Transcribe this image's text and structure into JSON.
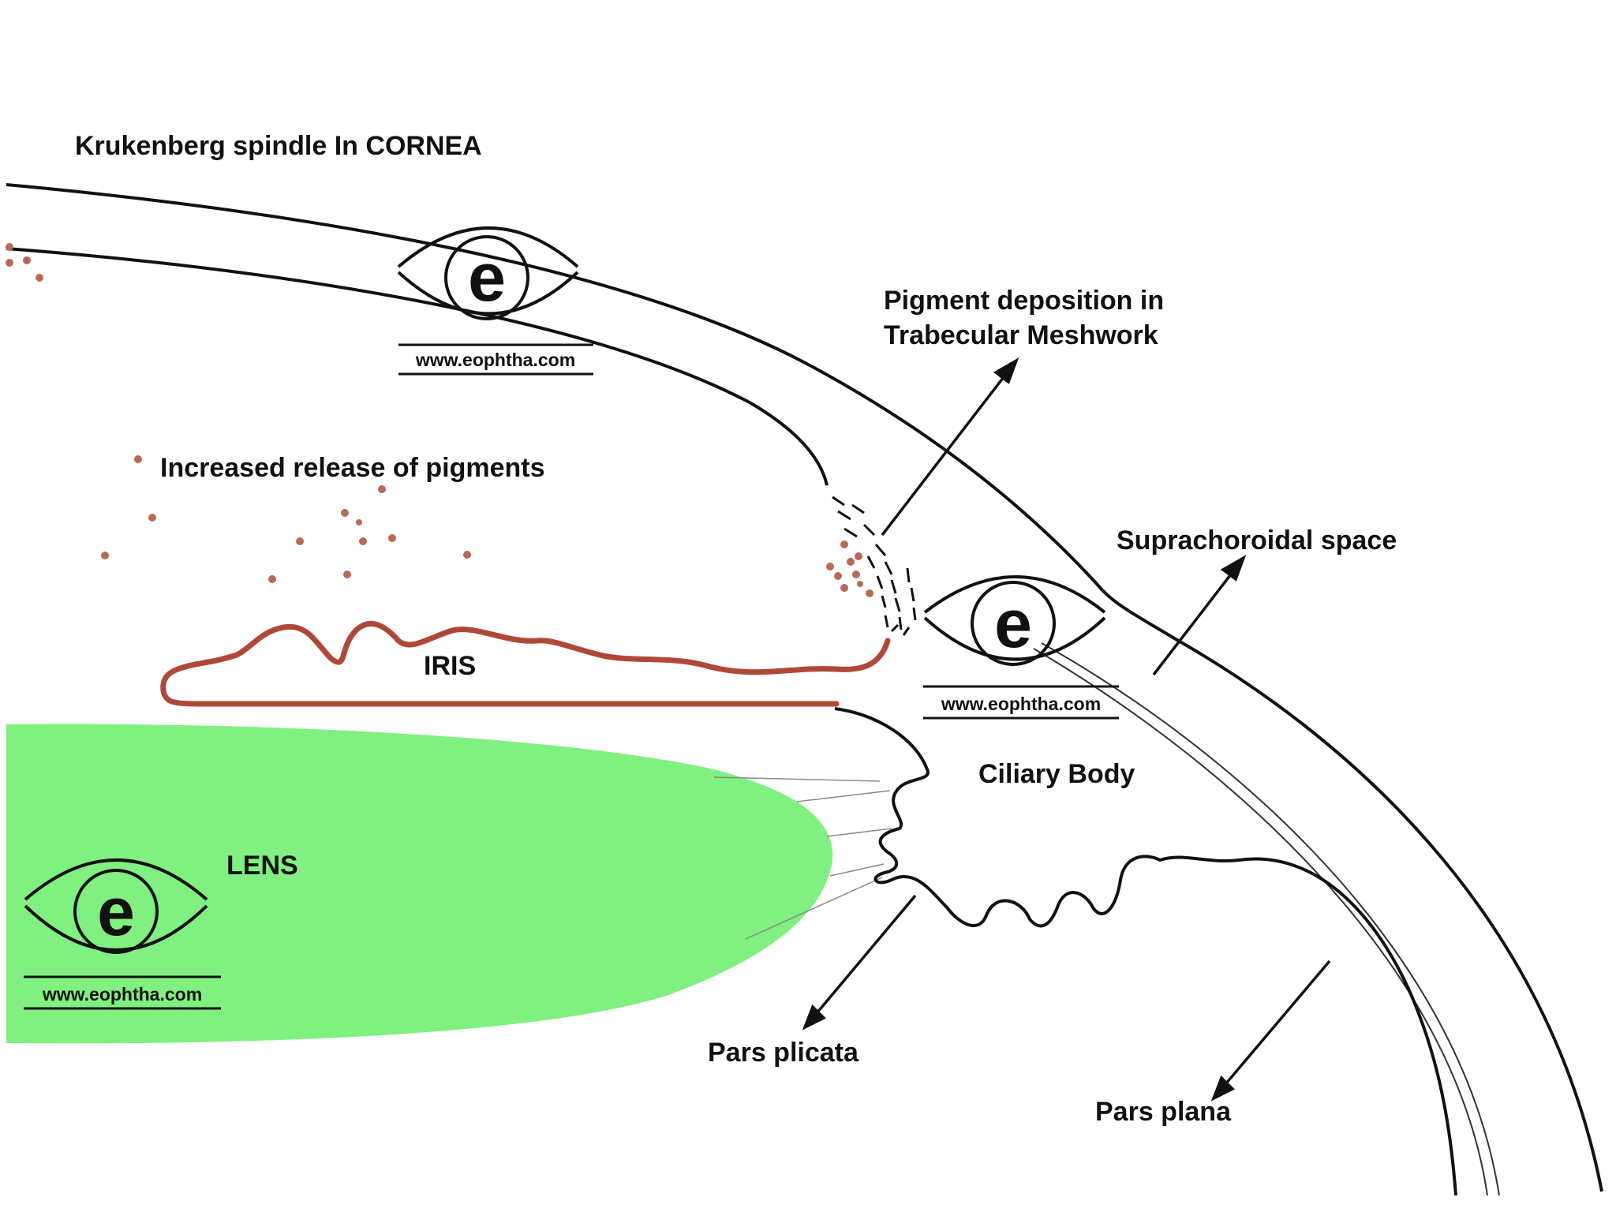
{
  "labels": {
    "krukenberg": "Krukenberg spindle In CORNEA",
    "pigment_deposition_line1": "Pigment deposition in",
    "pigment_deposition_line2": "Trabecular Meshwork",
    "increased_release": "Increased release of pigments",
    "suprachoroidal": "Suprachoroidal space",
    "iris": "IRIS",
    "ciliary_body": "Ciliary Body",
    "lens": "LENS",
    "pars_plicata": "Pars plicata",
    "pars_plana": "Pars plana"
  },
  "watermark": {
    "letter": "e",
    "url": "www.eophtha.com"
  },
  "colors": {
    "lens": "#80f080",
    "iris": "#b0483a",
    "pigment": "#b86a55",
    "line": "#111111"
  }
}
